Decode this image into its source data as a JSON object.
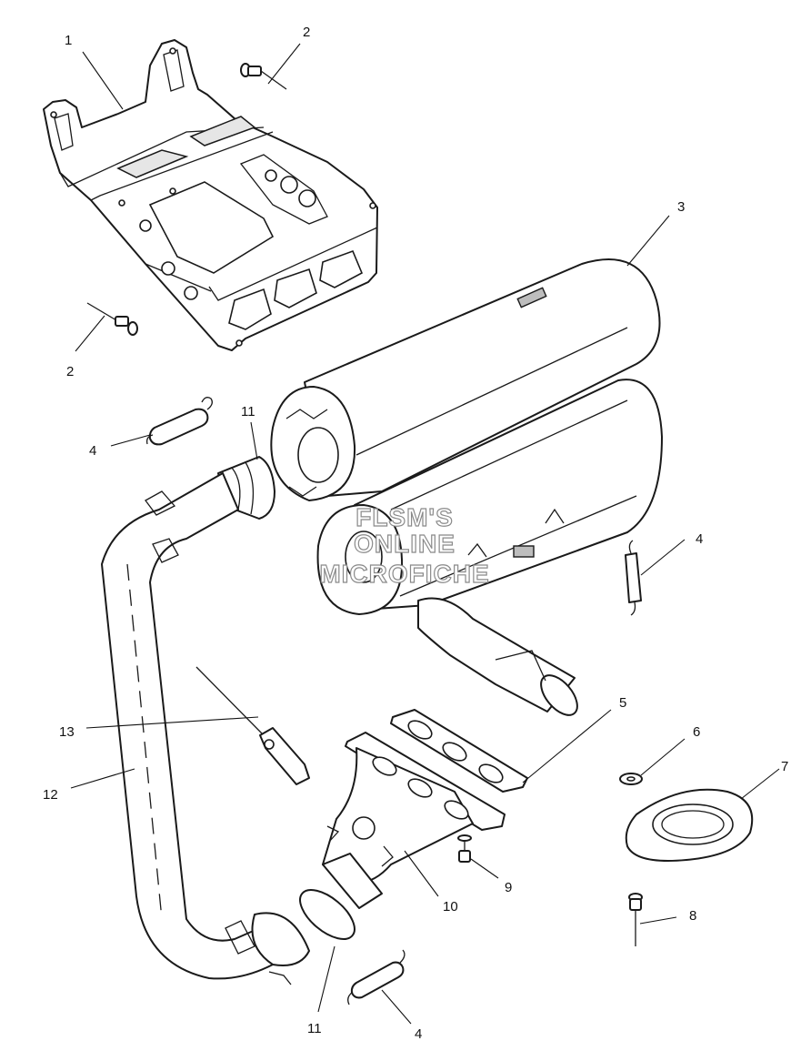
{
  "diagram": {
    "callouts": [
      {
        "id": "c1",
        "label": "1"
      },
      {
        "id": "c2a",
        "label": "2"
      },
      {
        "id": "c2b",
        "label": "2"
      },
      {
        "id": "c3",
        "label": "3"
      },
      {
        "id": "c4a",
        "label": "4"
      },
      {
        "id": "c4b",
        "label": "4"
      },
      {
        "id": "c4c",
        "label": "4"
      },
      {
        "id": "c5",
        "label": "5"
      },
      {
        "id": "c6",
        "label": "6"
      },
      {
        "id": "c7",
        "label": "7"
      },
      {
        "id": "c8",
        "label": "8"
      },
      {
        "id": "c9",
        "label": "9"
      },
      {
        "id": "c10",
        "label": "10"
      },
      {
        "id": "c11a",
        "label": "11"
      },
      {
        "id": "c11b",
        "label": "11"
      },
      {
        "id": "c12",
        "label": "12"
      },
      {
        "id": "c13",
        "label": "13"
      }
    ],
    "watermark": {
      "line1": "FLSM'S",
      "line2": "ONLINE",
      "line3": "MICROFICHE"
    }
  }
}
